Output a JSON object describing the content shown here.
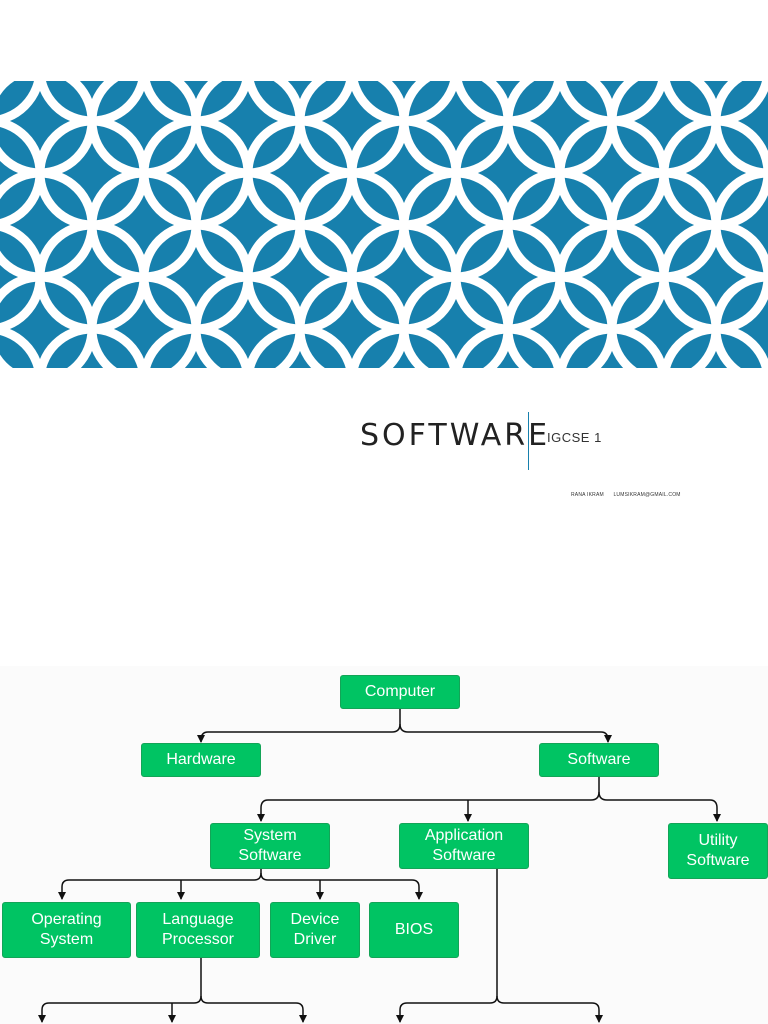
{
  "slide1": {
    "title": "SOFTWARE",
    "subtitle": "IGCSE 1",
    "author_name": "RANA IKRAM",
    "author_email": "LUMSIKRAM@GMAIL.COM",
    "banner_color": "#1780ad",
    "pattern_color": "#ffffff"
  },
  "diagram": {
    "box_color": "#00c463",
    "nodes": {
      "computer": "Computer",
      "hardware": "Hardware",
      "software": "Software",
      "system_software": "System\nSoftware",
      "application_software": "Application\nSoftware",
      "utility_software": "Utility\nSoftware",
      "operating_system": "Operating\nSystem",
      "language_processor": "Language\nProcessor",
      "device_driver": "Device\nDriver",
      "bios": "BIOS"
    }
  }
}
